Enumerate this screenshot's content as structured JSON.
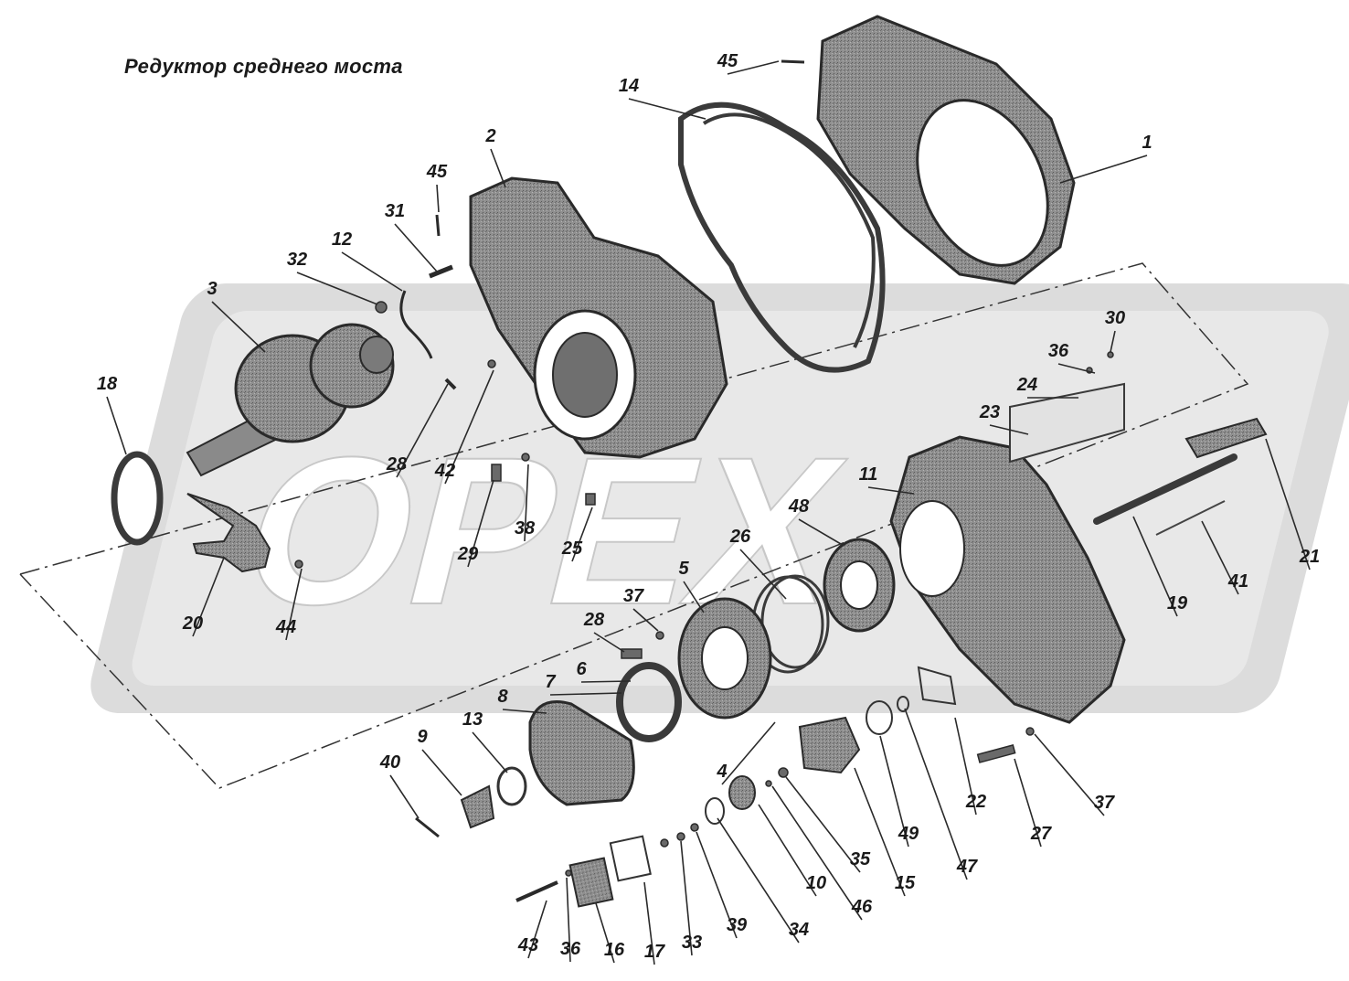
{
  "title": "Редуктор среднего моста",
  "watermark_text": "OPEX",
  "colors": {
    "watermark": "#d6d6d6",
    "part": "#8c8c8c",
    "part_dark": "#4a4a4a",
    "ink": "#1a1a1a"
  },
  "callouts": [
    "1",
    "2",
    "3",
    "4",
    "5",
    "6",
    "7",
    "8",
    "9",
    "10",
    "11",
    "12",
    "13",
    "14",
    "15",
    "16",
    "17",
    "18",
    "19",
    "20",
    "21",
    "22",
    "23",
    "24",
    "25",
    "26",
    "27",
    "28",
    "28",
    "29",
    "30",
    "31",
    "32",
    "33",
    "34",
    "35",
    "36",
    "36",
    "37",
    "37",
    "38",
    "39",
    "40",
    "41",
    "42",
    "43",
    "44",
    "45",
    "45",
    "46",
    "47",
    "48",
    "49"
  ]
}
